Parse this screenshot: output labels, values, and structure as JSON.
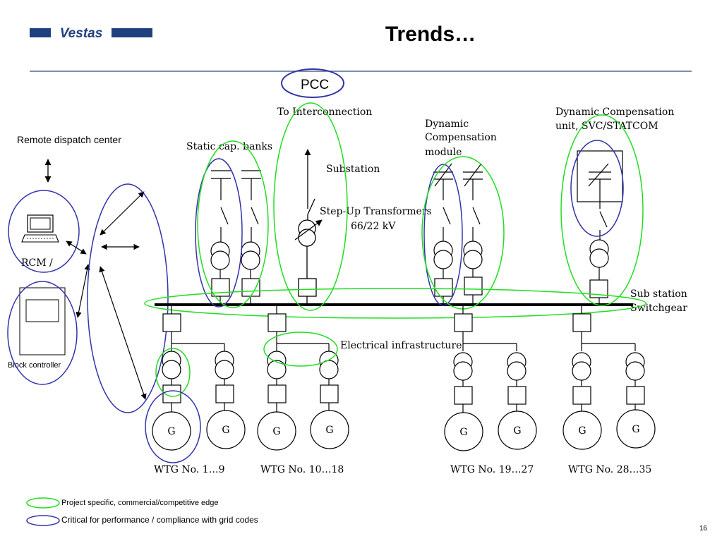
{
  "header": {
    "logo_text": "Vestas",
    "title": "Trends…",
    "page_number": "16"
  },
  "labels": {
    "pcc": "PCC",
    "to_interconnection": "To Interconnection",
    "dynamic_module_1": "Dynamic",
    "dynamic_module_2": "Compensation",
    "dynamic_module_3": "module",
    "dyn_unit_1": "Dynamic Compensation",
    "dyn_unit_2": "unit, SVC/STATCOM",
    "remote_dispatch": "Remote dispatch center",
    "static_cap": "Static cap. banks",
    "substation": "Substation",
    "stepup_1": "Step-Up Transformers",
    "stepup_2": "66/22 kV",
    "rcm": "RCM /",
    "sub_switch_1": "Sub station",
    "sub_switch_2": "Switchgear",
    "electrical_infra": "Electrical infrastructure",
    "block_controller": "Block controller",
    "generator": "G"
  },
  "wtg_groups": [
    "WTG No. 1…9",
    "WTG No. 10…18",
    "WTG No. 19…27",
    "WTG No. 28…35"
  ],
  "legend": [
    {
      "color": "#22dd22",
      "text": "Project specific, commercial/competitive edge"
    },
    {
      "color": "#3333aa",
      "text": "Critical for performance / compliance with grid codes"
    }
  ],
  "colors": {
    "green": "#22dd22",
    "blue": "#3333aa",
    "logo": "#1f3f7f"
  }
}
